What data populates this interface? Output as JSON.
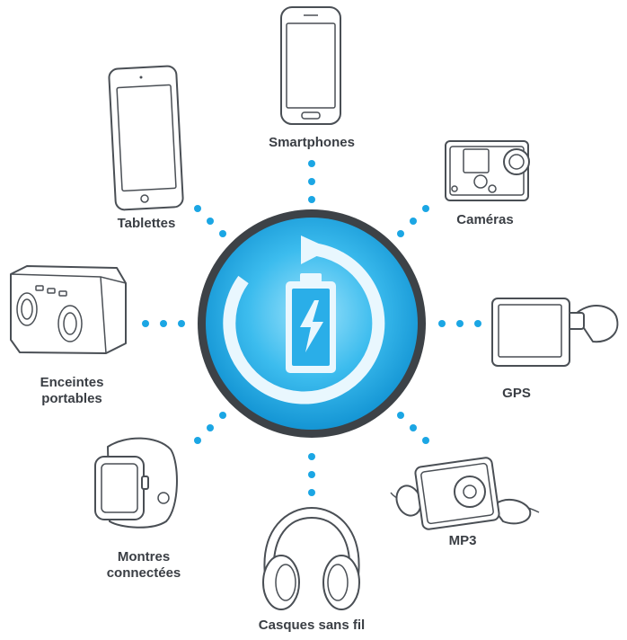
{
  "labels": {
    "smartphones": "Smartphones",
    "cameras": "Caméras",
    "tablets": "Tablettes",
    "speakers_line1": "Enceintes",
    "speakers_line2": "portables",
    "gps": "GPS",
    "watches_line1": "Montres",
    "watches_line2": "connectées",
    "mp3": "MP3",
    "headphones": "Casques sans fil"
  },
  "colors": {
    "accent": "#1ba6e4",
    "ring": "#3d4247",
    "outline": "#4a4f55",
    "label": "#3a3e44"
  },
  "icons": {
    "center": "charging-battery-icon",
    "refresh": "circular-arrow-icon"
  }
}
